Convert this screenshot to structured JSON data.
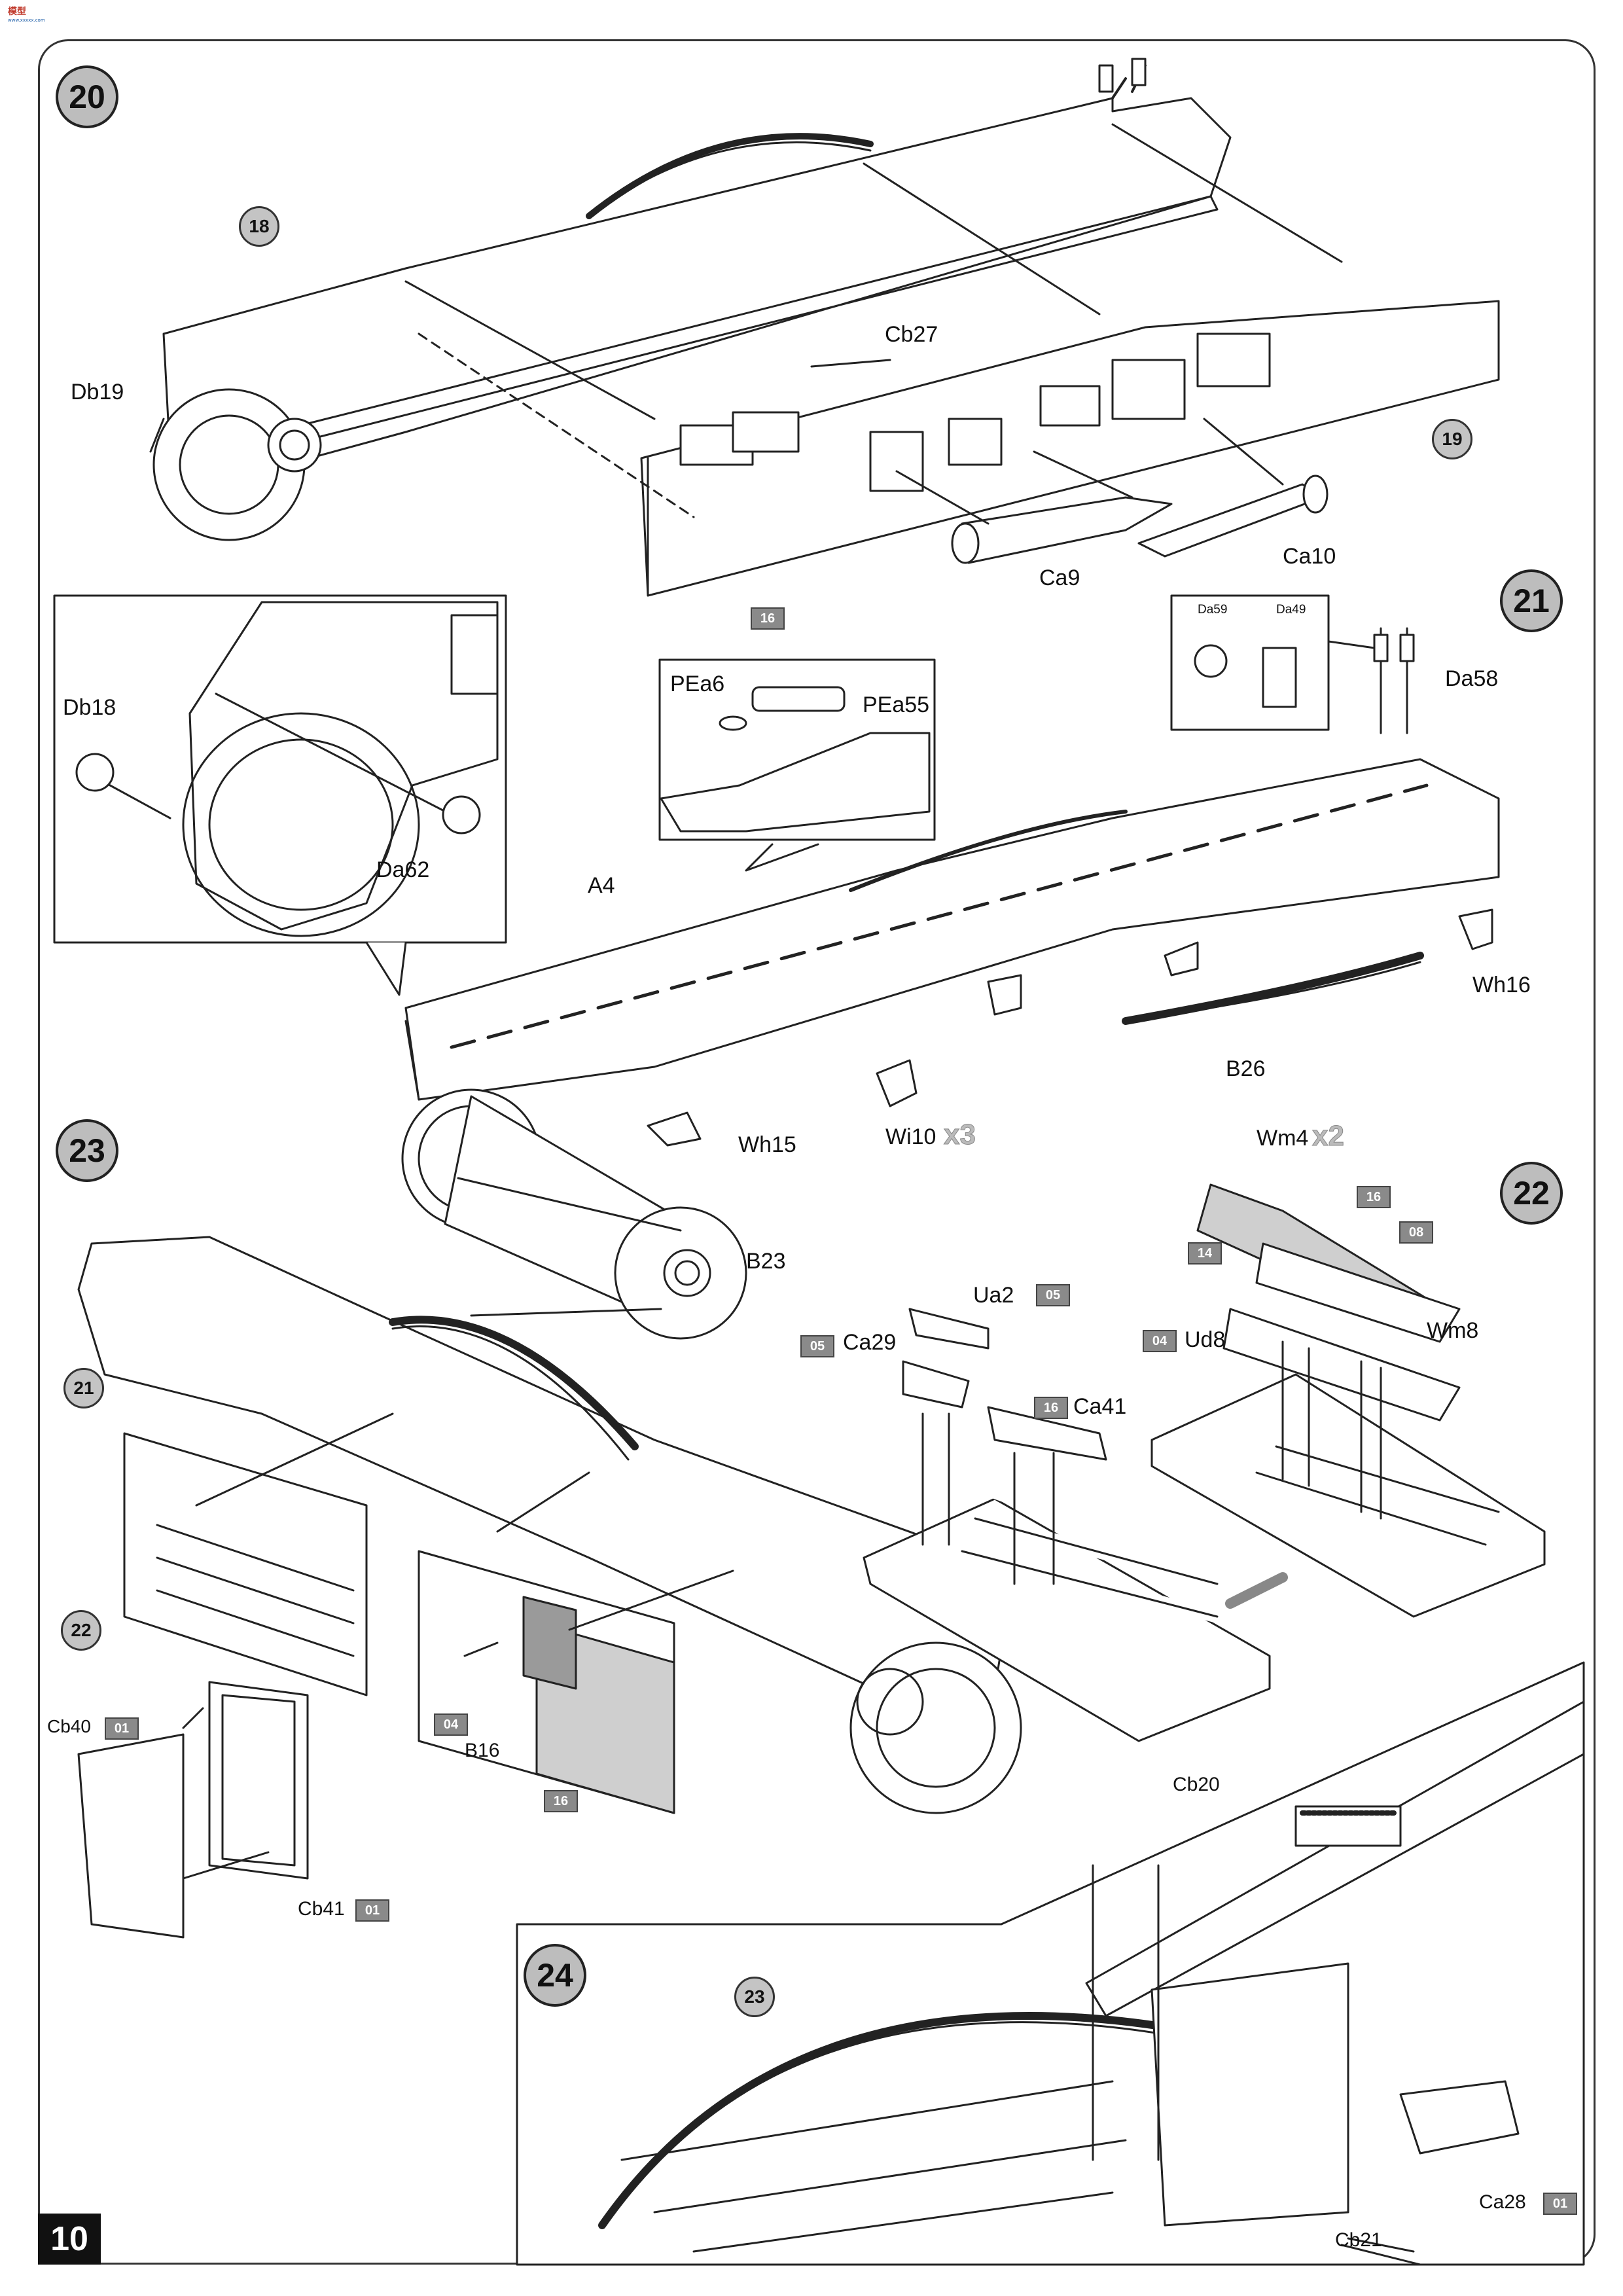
{
  "page": {
    "number": "10"
  },
  "logo": {
    "text_top": "模型",
    "text_bottom": "www.xxxxx.com"
  },
  "steps": [
    "20",
    "21",
    "22",
    "23",
    "24"
  ],
  "ref_circles": [
    "18",
    "19",
    "21",
    "22",
    "23"
  ],
  "labels": {
    "db19": "Db19",
    "cb27": "Cb27",
    "ca9": "Ca9",
    "ca10": "Ca10",
    "db18": "Db18",
    "da62": "Da62",
    "pea6": "PEa6",
    "pea55": "PEa55",
    "da59": "Da59",
    "da49": "Da49",
    "da58": "Da58",
    "a4": "A4",
    "wh16": "Wh16",
    "b26": "B26",
    "wh15": "Wh15",
    "wi10": "Wi10",
    "b23": "B23",
    "wm4": "Wm4",
    "wm8": "Wm8",
    "ua2": "Ua2",
    "ca29": "Ca29",
    "ca41": "Ca41",
    "ud8": "Ud8",
    "cb40": "Cb40",
    "b16": "B16",
    "cb41": "Cb41",
    "cb20": "Cb20",
    "ca28": "Ca28",
    "cb21": "Cb21"
  },
  "multipliers": {
    "wi10": "x3",
    "wm4": "x2"
  },
  "tags": {
    "t16_a": "16",
    "t16_b": "16",
    "t08": "08",
    "t14": "14",
    "t05_a": "05",
    "t05_b": "05",
    "t16_c": "16",
    "t04_a": "04",
    "t01_a": "01",
    "t04_b": "04",
    "t16_d": "16",
    "t01_b": "01",
    "t01_c": "01"
  },
  "colors": {
    "line": "#222222",
    "tag_fill": "#8a8a8a",
    "circle_fill": "#c4c4c4",
    "step_fill": "#bdbdbd"
  }
}
